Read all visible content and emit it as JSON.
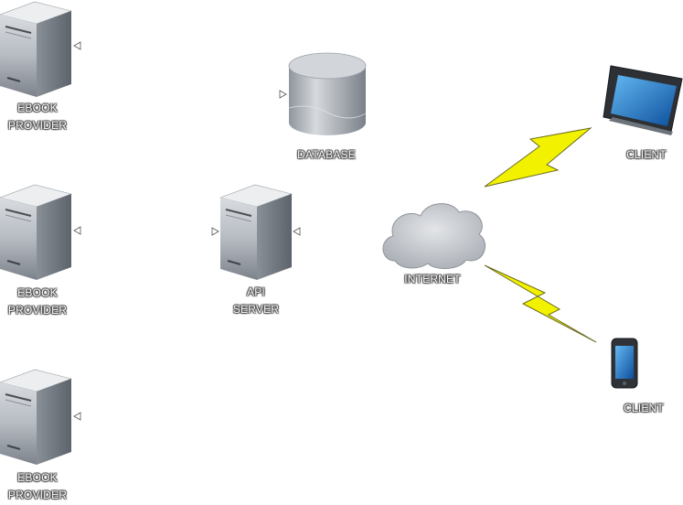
{
  "nodes": {
    "provider_1": {
      "line1": "EBOOK",
      "line2": "PROVIDER"
    },
    "provider_2": {
      "line1": "EBOOK",
      "line2": "PROVIDER"
    },
    "provider_3": {
      "line1": "EBOOK",
      "line2": "PROVIDER"
    },
    "database": {
      "label": "DATABASE"
    },
    "api_server": {
      "line1": "API",
      "line2": "SERVER"
    },
    "internet": {
      "label": "INTERNET"
    },
    "client_tablet": {
      "label": "CLIENT"
    },
    "client_phone": {
      "label": "CLIENT"
    }
  },
  "colors": {
    "server_body": "#9aa0a8",
    "server_front": "#c9cdd2",
    "cylinder": "#aeb3bb",
    "cloud": "#c4c7cc",
    "lightning": "#f2f200",
    "screen": "#1e7fd0"
  }
}
